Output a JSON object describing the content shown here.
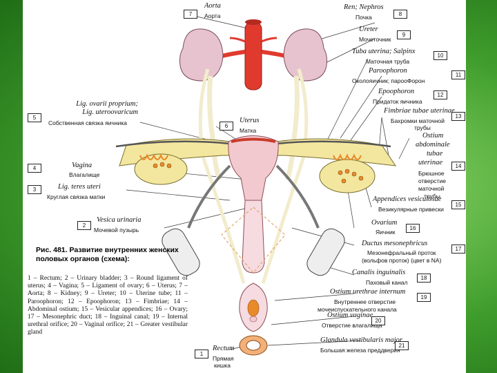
{
  "figure": {
    "caption_title": "Рис. 481. Развитие внутренних женских половых органов (схема):",
    "caption_body": "1 – Rectum; 2 – Urinary bladder; 3 – Round ligament of uterus; 4 – Vagina; 5 – Ligament of ovary; 6 – Uterus; 7 – Aorta; 8 – Kidney; 9 – Ureter; 10 – Uterine tube; 11 – Paroophoron; 12 – Epoophoron; 13 – Fimbriae; 14 – Abdominal ostium; 15 – Vesicular appendices; 16 – Ovary; 17 – Mesonephric duct; 18 – Inguinal canal; 19 – Internal urethral orifice; 20 – Vaginal orifice; 21 – Greater vestibular gland"
  },
  "labels": [
    {
      "num": "7",
      "lat": "Aorta",
      "ru": "Аорта"
    },
    {
      "num": "8",
      "lat": "Ren; Nephros",
      "ru": "Почка"
    },
    {
      "num": "9",
      "lat": "Ureter",
      "ru": "Мочеточник"
    },
    {
      "num": "10",
      "lat": "Tuba uterina; Salpinx",
      "ru": "Маточная труба"
    },
    {
      "num": "11",
      "lat": "Paroophoron",
      "ru": "Околояичник; парооФорон"
    },
    {
      "num": "12",
      "lat": "Epoophoron",
      "ru": "Придаток яичника"
    },
    {
      "num": "5",
      "lat": "Lig. ovarii proprium;",
      "lat2": "Lig. uteroovaricum",
      "ru": "Собственная связка яичника"
    },
    {
      "num": "6",
      "lat": "Uterus",
      "ru": "Матка"
    },
    {
      "num": "13",
      "lat": "Fimbriae tubae uterinae",
      "ru": "Бахромки маточной",
      "ru2": "трубы"
    },
    {
      "num": "14",
      "lat": "Ostium",
      "lat2": "abdominale",
      "lat3": "tubae",
      "lat4": "uterinae",
      "ru": "Брюшное",
      "ru2": "отверстие",
      "ru3": "маточной",
      "ru4": "трубы"
    },
    {
      "num": "4",
      "lat": "Vagina",
      "ru": "Влагалище"
    },
    {
      "num": "3",
      "lat": "Lig. teres uteri",
      "ru": "Круглая связка матки"
    },
    {
      "num": "15",
      "lat": "Appendices vesiculosae",
      "ru": "Везикулярные привески"
    },
    {
      "num": "2",
      "lat": "Vesica urinaria",
      "ru": "Мочевой пузырь"
    },
    {
      "num": "16",
      "lat": "Ovarium",
      "ru": "Яичник"
    },
    {
      "num": "17",
      "lat": "Ductus mesonephricus",
      "ru": "Мезонефральный проток",
      "ru2": "(вольфов проток) (цвет в NA)"
    },
    {
      "num": "18",
      "lat": "Canalis inguinalis",
      "ru": "Паховый канал"
    },
    {
      "num": "19",
      "lat": "Ostium urethrae internum",
      "ru": "Внутреннее отверстие",
      "ru2": "мочеиспускательного канала"
    },
    {
      "num": "20",
      "lat": "Ostium vaginae",
      "ru": "Отверстие влагалища"
    },
    {
      "num": "21",
      "lat": "Glandula vestibularis major",
      "ru": "Большая железа преддверия"
    },
    {
      "num": "1",
      "lat": "Rectum",
      "ru": "Прямая",
      "ru2": "кишка"
    }
  ],
  "colors": {
    "artery": "#e03a2e",
    "kidney": "#e7c3cf",
    "uterus": "#f2c9cf",
    "ovary": "#f3e7a0",
    "ligament": "#e98a2a",
    "duct": "#f2eccd"
  }
}
